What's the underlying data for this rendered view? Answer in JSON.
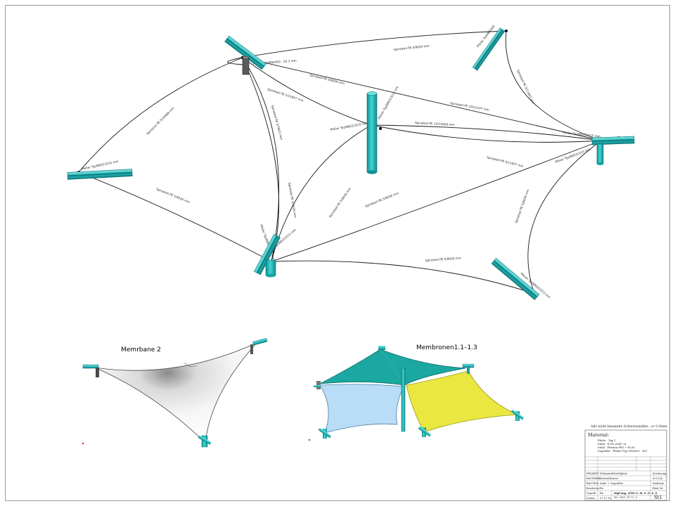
{
  "note": "Alle nicht benannte Schweissnähte : a=3.0mm",
  "title_block": {
    "material_heading": "Material:",
    "material_lines": [
      "Pfette - Typ 1",
      "Stahl - S235 A360 -st",
      "Stahl - Pfosten PR3 + PL30",
      "Zugstäbe - Pfeiler Typ 980/450 - 420"
    ],
    "rows": [
      {
        "label": "PROJEKT:",
        "value": "Wohnmobilstellplatz",
        "right": "Zeichnung"
      },
      {
        "label": "BAUHERR:",
        "value": "Kreisel/Kurve",
        "right": "St-0126"
      },
      {
        "label": "BAUTEIL:",
        "value": "Seile + Zugstäbe",
        "right": "Maßstab"
      },
      {
        "label": "Bearbeitet:",
        "value": "Bü",
        "right": "Blatt Nr."
      },
      {
        "label": "Geprüft:",
        "value": "Bü",
        "right": ""
      },
      {
        "label": "Datum:",
        "value": "07.11.16",
        "right": ""
      }
    ],
    "company": "Dipl.Ing. (FH) G. H. F. E. S. S",
    "company_sub": "Tel.: 0815 / 47 11 - 0",
    "sheet_number": "St1"
  },
  "views": {
    "membrane2_title": "Memrbane 2",
    "membranes_title": "Membronen1.1–1.3"
  },
  "cable_labels": {
    "l1": "Spiralseil PE 5/9026 mm",
    "l2": "Pfeiler Typ980/450",
    "l3": "Spiralseil PE 5/9026 mm",
    "l4": "Pfeiler Typ980/450 - 20 3 mm",
    "l5": "Spiralseil PE 5/11607 mm",
    "l6": "Spiralseil PE 5/11607 mm",
    "l7": "Spiralseil PE 10/12107 mm",
    "l8": "Pfeiler Typ980/2/3/15 mm",
    "l9": "Pfeiler Typ980/2/3/15 mm",
    "l10": "Spiralseil PE 5/10468 mm",
    "l11": "Spiralseil PE 5/7603 mm",
    "l12": "Spiralseil PE 10/15/8/9 mm",
    "l13": "Spiralseil PE 5/9026 mm",
    "l14": "Pfeiler Typ980/2/3/15 mm",
    "l15": "Spiralseil PE 5/9026 mm",
    "l16": "Spiralseil PE 5/9026 mm",
    "l17": "Spiralseil PE 5/9026 mm",
    "l18": "Spiralseil PE 5/8026 mm",
    "l19": "Pfeiler Typ980/2/3/15 mm",
    "l20": "Pfeiler Typ980/2/3/15 mm",
    "l21": "Spiralseil PE 5/11607 mm",
    "l22": "Pfeiler Typ980/2/3/15 mm"
  },
  "colors": {
    "steel": "#2fc4c4",
    "steel_dark": "#1a8f92",
    "membrane_teal": "#1aa8a0",
    "membrane_blue": "#b9dcf7",
    "membrane_yellow": "#e9e740"
  }
}
